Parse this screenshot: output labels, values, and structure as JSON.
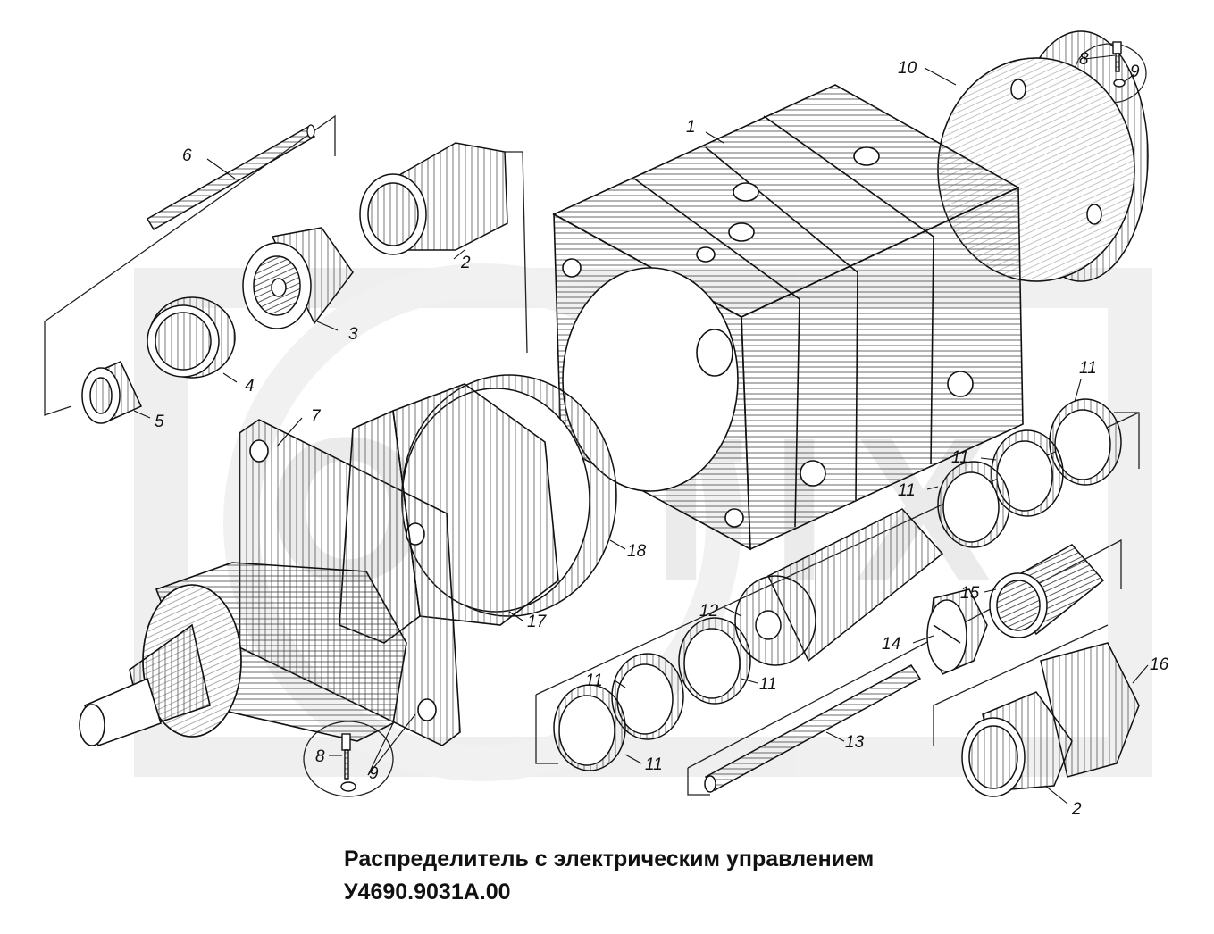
{
  "title": {
    "line1": "Распределитель с электрическим управлением",
    "line2": "У4690.9031А.00"
  },
  "watermark": {
    "text": "OPTIX",
    "color": "#d9d9d9"
  },
  "callouts": {
    "c1": "1",
    "c2a": "2",
    "c2b": "2",
    "c3": "3",
    "c4": "4",
    "c5": "5",
    "c6": "6",
    "c7": "7",
    "c8a": "8",
    "c8b": "8",
    "c9a": "9",
    "c9b": "9",
    "c10": "10",
    "c11a": "11",
    "c11b": "11",
    "c11c": "11",
    "c11d": "11",
    "c11e": "11",
    "c11f": "11",
    "c12": "12",
    "c13": "13",
    "c14": "14",
    "c15": "15",
    "c16": "16",
    "c17": "17",
    "c18": "18"
  }
}
